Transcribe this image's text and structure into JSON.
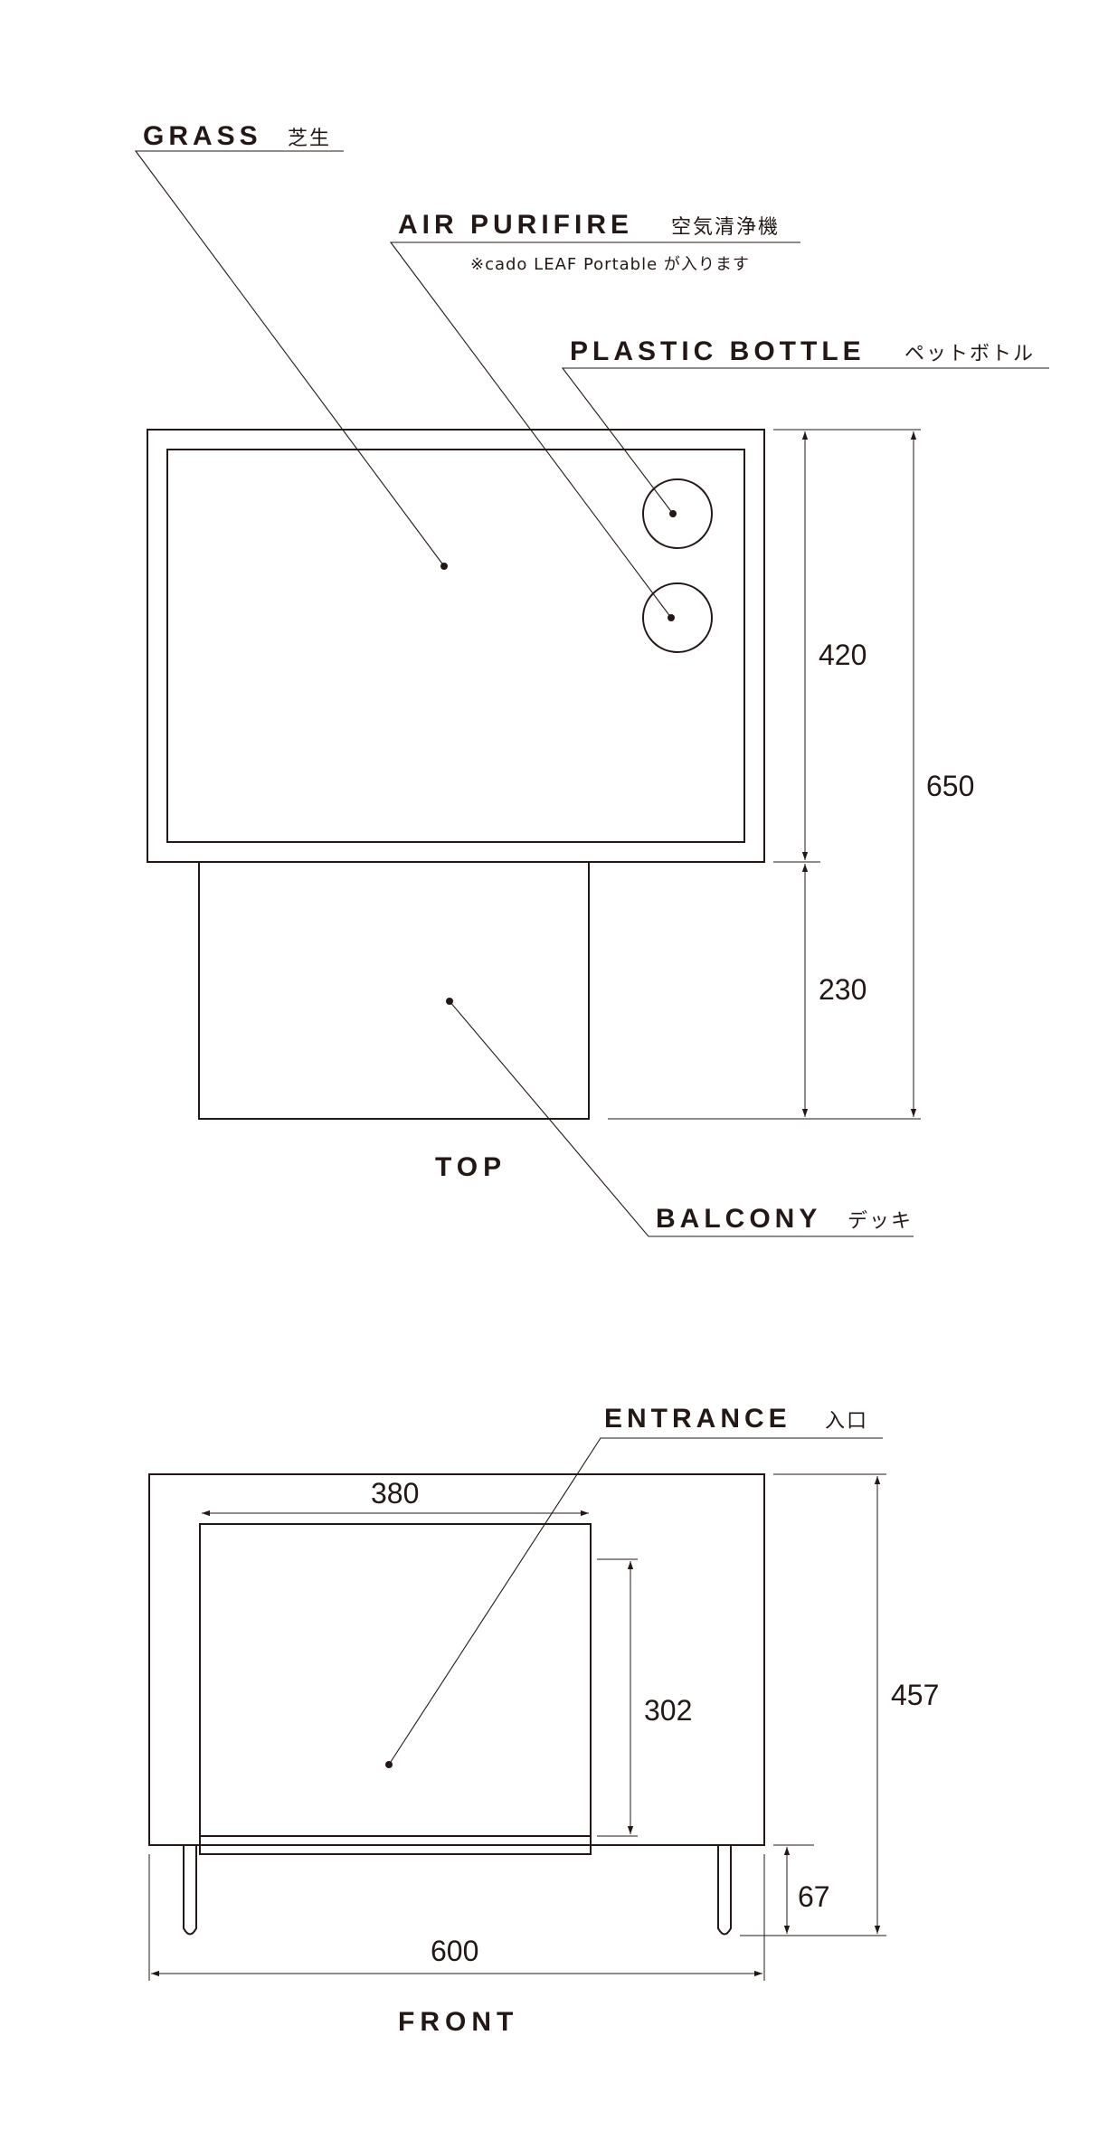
{
  "labels": {
    "grass": {
      "en": "GRASS",
      "jp": "芝生"
    },
    "air_purifier": {
      "en": "AIR PURIFIRE",
      "jp": "空気清浄機",
      "note": "※cado LEAF Portable が入ります"
    },
    "plastic_bottle": {
      "en": "PLASTIC BOTTLE",
      "jp": "ペットボトル"
    },
    "balcony": {
      "en": "BALCONY",
      "jp": "デッキ"
    },
    "entrance": {
      "en": "ENTRANCE",
      "jp": "入口"
    }
  },
  "views": {
    "top": "TOP",
    "front": "FRONT"
  },
  "dimensions": {
    "top_box_depth": "420",
    "top_total_depth": "650",
    "top_balcony_depth": "230",
    "entrance_width": "380",
    "entrance_height": "302",
    "front_total_height": "457",
    "front_leg_height": "67",
    "front_width": "600"
  }
}
